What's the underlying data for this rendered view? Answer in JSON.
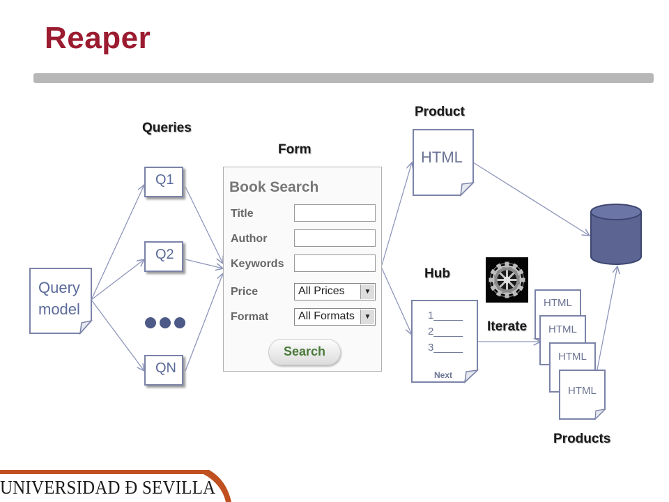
{
  "slide": {
    "title": "Reaper"
  },
  "diagram": {
    "query_model": {
      "line1": "Query",
      "line2": "model"
    },
    "queries_label": "Queries",
    "queries": [
      "Q1",
      "Q2",
      "QN"
    ],
    "form_label": "Form",
    "form": {
      "title": "Book Search",
      "fields": [
        "Title",
        "Author",
        "Keywords"
      ],
      "price_label": "Price",
      "price_value": "All Prices",
      "format_label": "Format",
      "format_value": "All Formats",
      "search_button": "Search"
    },
    "product_label": "Product",
    "product_doc": "HTML",
    "hub_label": "Hub",
    "hub_doc": {
      "lines": [
        "1_____",
        "2_____",
        "3_____"
      ],
      "next": "Next"
    },
    "iterate_label": "Iterate",
    "product_docs": [
      "HTML",
      "HTML",
      "HTML",
      "HTML"
    ],
    "products_label": "Products",
    "colors": {
      "title": "#9b1b30",
      "box_border": "#7b83a8",
      "arrow": "#8e96bb",
      "database": "#5c6592"
    },
    "icons": [
      "gear-icon",
      "database-icon"
    ]
  },
  "footer": {
    "text": "UNIVERSIDAD Ð SEVILLA"
  }
}
